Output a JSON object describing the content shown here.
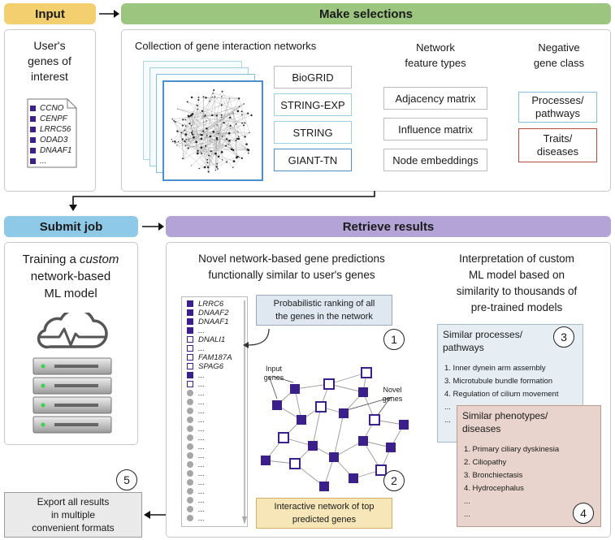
{
  "headers": {
    "input": "Input",
    "make_selections": "Make selections",
    "submit_job": "Submit job",
    "retrieve_results": "Retrieve results"
  },
  "input_panel": {
    "title": "User's\ngenes of\ninterest",
    "genes": [
      "CCNO",
      "CENPF",
      "LRRC56",
      "ODAD3",
      "DNAAF1",
      "..."
    ]
  },
  "selections": {
    "collection_title": "Collection of gene interaction networks",
    "networks": [
      "BioGRID",
      "STRING-EXP",
      "STRING",
      "GIANT-TN"
    ],
    "feature_title": "Network\nfeature types",
    "features": [
      "Adjacency matrix",
      "Influence matrix",
      "Node embeddings"
    ],
    "negative_title": "Negative\ngene class",
    "negatives": [
      "Processes/\npathways",
      "Traits/\ndiseases"
    ]
  },
  "submit_panel": {
    "title_pre": "Training a ",
    "title_em": "custom",
    "title_post": "\nnetwork-based\nML model"
  },
  "results": {
    "predictions_title": "Novel network-based gene predictions\nfunctionally similar to user's genes",
    "ranked_genes": [
      {
        "label": "LRRC6",
        "type": "input"
      },
      {
        "label": "DNAAF2",
        "type": "input"
      },
      {
        "label": "DNAAF1",
        "type": "input"
      },
      {
        "label": "...",
        "type": "input"
      },
      {
        "label": "DNALI1",
        "type": "novel"
      },
      {
        "label": "...",
        "type": "novel"
      },
      {
        "label": "FAM187A",
        "type": "novel"
      },
      {
        "label": "SPAG6",
        "type": "novel"
      },
      {
        "label": "...",
        "type": "input"
      },
      {
        "label": "...",
        "type": "novel"
      },
      {
        "label": "...",
        "type": "other"
      },
      {
        "label": "...",
        "type": "other"
      },
      {
        "label": "...",
        "type": "other"
      },
      {
        "label": "...",
        "type": "other"
      },
      {
        "label": "...",
        "type": "other"
      },
      {
        "label": "...",
        "type": "other"
      },
      {
        "label": "...",
        "type": "other"
      },
      {
        "label": "...",
        "type": "other"
      },
      {
        "label": "...",
        "type": "other"
      },
      {
        "label": "...",
        "type": "other"
      },
      {
        "label": "...",
        "type": "other"
      },
      {
        "label": "...",
        "type": "other"
      },
      {
        "label": "...",
        "type": "other"
      },
      {
        "label": "...",
        "type": "other"
      },
      {
        "label": "...",
        "type": "other"
      }
    ],
    "ranking_text": "Probabilistic ranking of all\nthe genes in the network",
    "input_genes_label": "Input\ngenes",
    "novel_genes_label": "Novel\ngenes",
    "network_text": "Interactive network of top\npredicted genes",
    "interpretation_title": "Interpretation of custom\nML model based on\nsimilarity to thousands of\npre-trained models",
    "similar_processes": {
      "title": "Similar processes/\npathways",
      "items": [
        "1. Inner dynein arm assembly",
        "3. Microtubule bundle formation",
        "4. Regulation of cilium movement",
        "...",
        "..."
      ]
    },
    "similar_phenotypes": {
      "title": "Similar phenotypes/\ndiseases",
      "items": [
        "1. Primary ciliary dyskinesia",
        "2. Ciliopathy",
        "3. Bronchiectasis",
        "4. Hydrocephalus",
        "...",
        "..."
      ]
    }
  },
  "export_text": "Export all results\nin multiple\nconvenient formats",
  "step_numbers": [
    "1",
    "2",
    "3",
    "4",
    "5"
  ],
  "colors": {
    "input_header": "#f3cf6f",
    "selections_header": "#9cc67f",
    "submit_header": "#8ec9e8",
    "retrieve_header": "#b3a3d6",
    "gene_input": "#3b1f8a",
    "gene_other": "#a6a6a6",
    "processes_border": "#7fc3d6",
    "traits_border": "#b34b3e",
    "processes_bg": "#e6eef4",
    "phenotypes_bg": "#e8d4cc"
  }
}
